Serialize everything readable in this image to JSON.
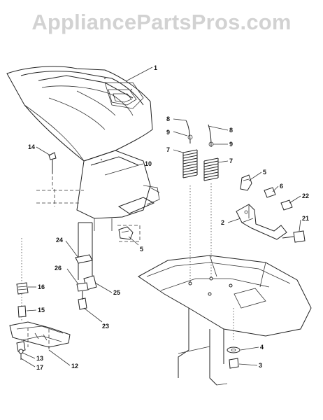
{
  "watermark": {
    "text": "AppliancePartsPros.com"
  },
  "callouts": [
    {
      "id": "c-1",
      "label": "1"
    },
    {
      "id": "c-8a",
      "label": "8"
    },
    {
      "id": "c-8b",
      "label": "8"
    },
    {
      "id": "c-9a",
      "label": "9"
    },
    {
      "id": "c-9b",
      "label": "9"
    },
    {
      "id": "c-7a",
      "label": "7"
    },
    {
      "id": "c-7b",
      "label": "7"
    },
    {
      "id": "c-14",
      "label": "14"
    },
    {
      "id": "c-10",
      "label": "10"
    },
    {
      "id": "c-5a",
      "label": "5"
    },
    {
      "id": "c-6",
      "label": "6"
    },
    {
      "id": "c-22",
      "label": "22"
    },
    {
      "id": "c-2",
      "label": "2"
    },
    {
      "id": "c-21",
      "label": "21"
    },
    {
      "id": "c-5b",
      "label": "5"
    },
    {
      "id": "c-24",
      "label": "24"
    },
    {
      "id": "c-26",
      "label": "26"
    },
    {
      "id": "c-25",
      "label": "25"
    },
    {
      "id": "c-16",
      "label": "16"
    },
    {
      "id": "c-15",
      "label": "15"
    },
    {
      "id": "c-23",
      "label": "23"
    },
    {
      "id": "c-4",
      "label": "4"
    },
    {
      "id": "c-3",
      "label": "3"
    },
    {
      "id": "c-13",
      "label": "13"
    },
    {
      "id": "c-17",
      "label": "17"
    },
    {
      "id": "c-12",
      "label": "12"
    }
  ]
}
